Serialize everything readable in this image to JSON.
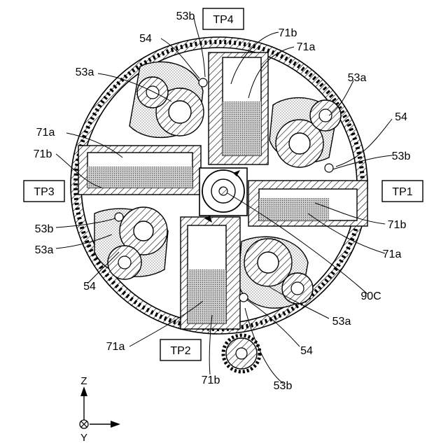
{
  "labels": {
    "tp1": "TP1",
    "tp2": "TP2",
    "tp3": "TP3",
    "tp4": "TP4",
    "ref_53b_top": "53b",
    "ref_54_top": "54",
    "ref_71b_top": "71b",
    "ref_71a_top": "71a",
    "ref_53a_upper_left": "53a",
    "ref_53a_upper_right": "53a",
    "ref_54_right": "54",
    "ref_53b_right": "53b",
    "ref_71a_left": "71a",
    "ref_71b_left": "71b",
    "ref_53b_left": "53b",
    "ref_53a_left": "53a",
    "ref_54_left": "54",
    "ref_71b_right": "71b",
    "ref_71a_right": "71a",
    "ref_90c": "90C",
    "ref_53a_lower_right": "53a",
    "ref_54_bottom": "54",
    "ref_71a_bottom": "71a",
    "ref_71b_bottom": "71b",
    "ref_53b_bottom": "53b"
  },
  "axes": {
    "z": "Z",
    "y": "Y"
  }
}
